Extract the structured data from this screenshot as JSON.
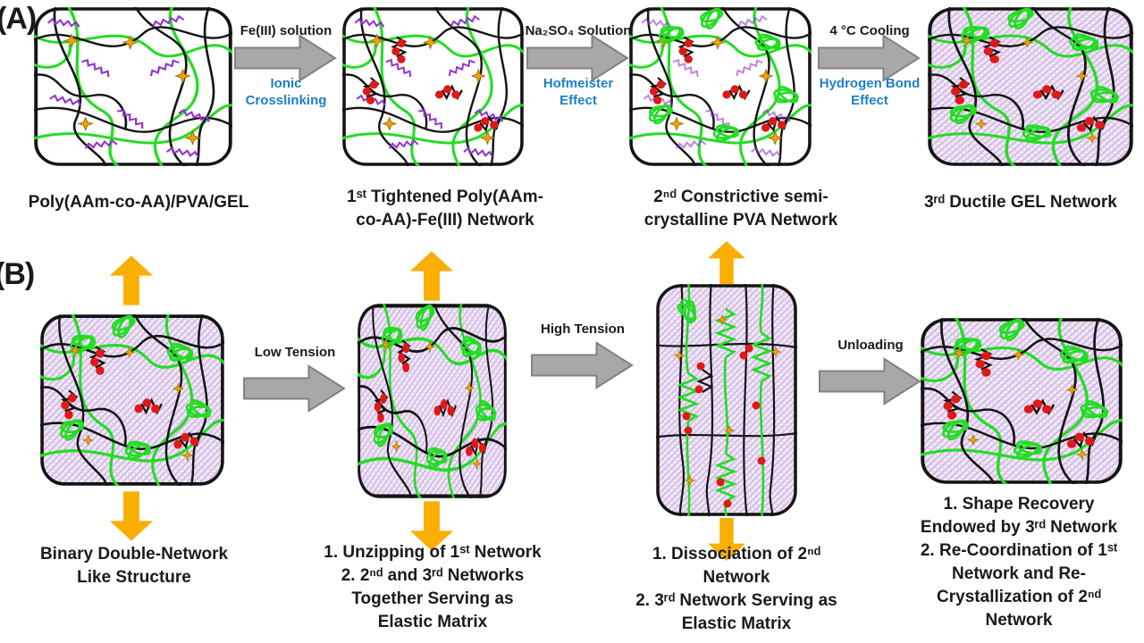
{
  "colors": {
    "green": "#22DD22",
    "chain_black": "#141414",
    "purple": "#9333CC",
    "red": "#E01818",
    "star": "#F2A20C",
    "hatch_bg": "#F0E9F6",
    "hatch_line": "#C9A9DC",
    "hatch_line2": "#DCC6EC",
    "gray_arrow": "#A8A8A8",
    "yellow_arrow": "#F9AE00",
    "blue_text": "#1E7EC8"
  },
  "labels": {
    "a": "(A)",
    "b": "(B)"
  },
  "row_a": {
    "process_arrows": [
      {
        "top": "Fe(III) solution",
        "bottom": "Ionic Crosslinking"
      },
      {
        "top": "Na₂SO₄ Solution",
        "bottom": "Hofmeister Effect"
      },
      {
        "top": "4 °C Cooling",
        "bottom": "Hydrogen Bond Effect"
      }
    ],
    "captions": [
      {
        "lines": [
          "Poly(AAm-co-AA)/PVA/GEL"
        ]
      },
      {
        "lines": [
          "1ˢᵗ Tightened Poly(AAm-",
          "co-AA)-Fe(III) Network"
        ]
      },
      {
        "lines": [
          "2ⁿᵈ Constrictive semi-",
          "crystalline PVA Network"
        ]
      },
      {
        "lines": [
          "3ʳᵈ Ductile GEL Network"
        ]
      }
    ]
  },
  "row_b": {
    "process_arrows": [
      {
        "label": "Low Tension"
      },
      {
        "label": "High Tension"
      },
      {
        "label": "Unloading"
      }
    ],
    "captions": [
      {
        "lines": [
          "Binary Double-Network",
          "Like Structure"
        ]
      },
      {
        "lines": [
          "1.  Unzipping of 1ˢᵗ Network",
          "2.  2ⁿᵈ and 3ʳᵈ Networks",
          "Together Serving as",
          "Elastic Matrix"
        ]
      },
      {
        "lines": [
          "1.  Dissociation of 2ⁿᵈ",
          "Network",
          "2.  3ʳᵈ Network Serving as",
          "Elastic Matrix"
        ]
      },
      {
        "lines": [
          "1.  Shape Recovery",
          "Endowed by 3ʳᵈ Network",
          "2.  Re-Coordination of 1ˢᵗ",
          "Network and Re-",
          "Crystallization of 2ⁿᵈ",
          "Network"
        ]
      }
    ]
  }
}
